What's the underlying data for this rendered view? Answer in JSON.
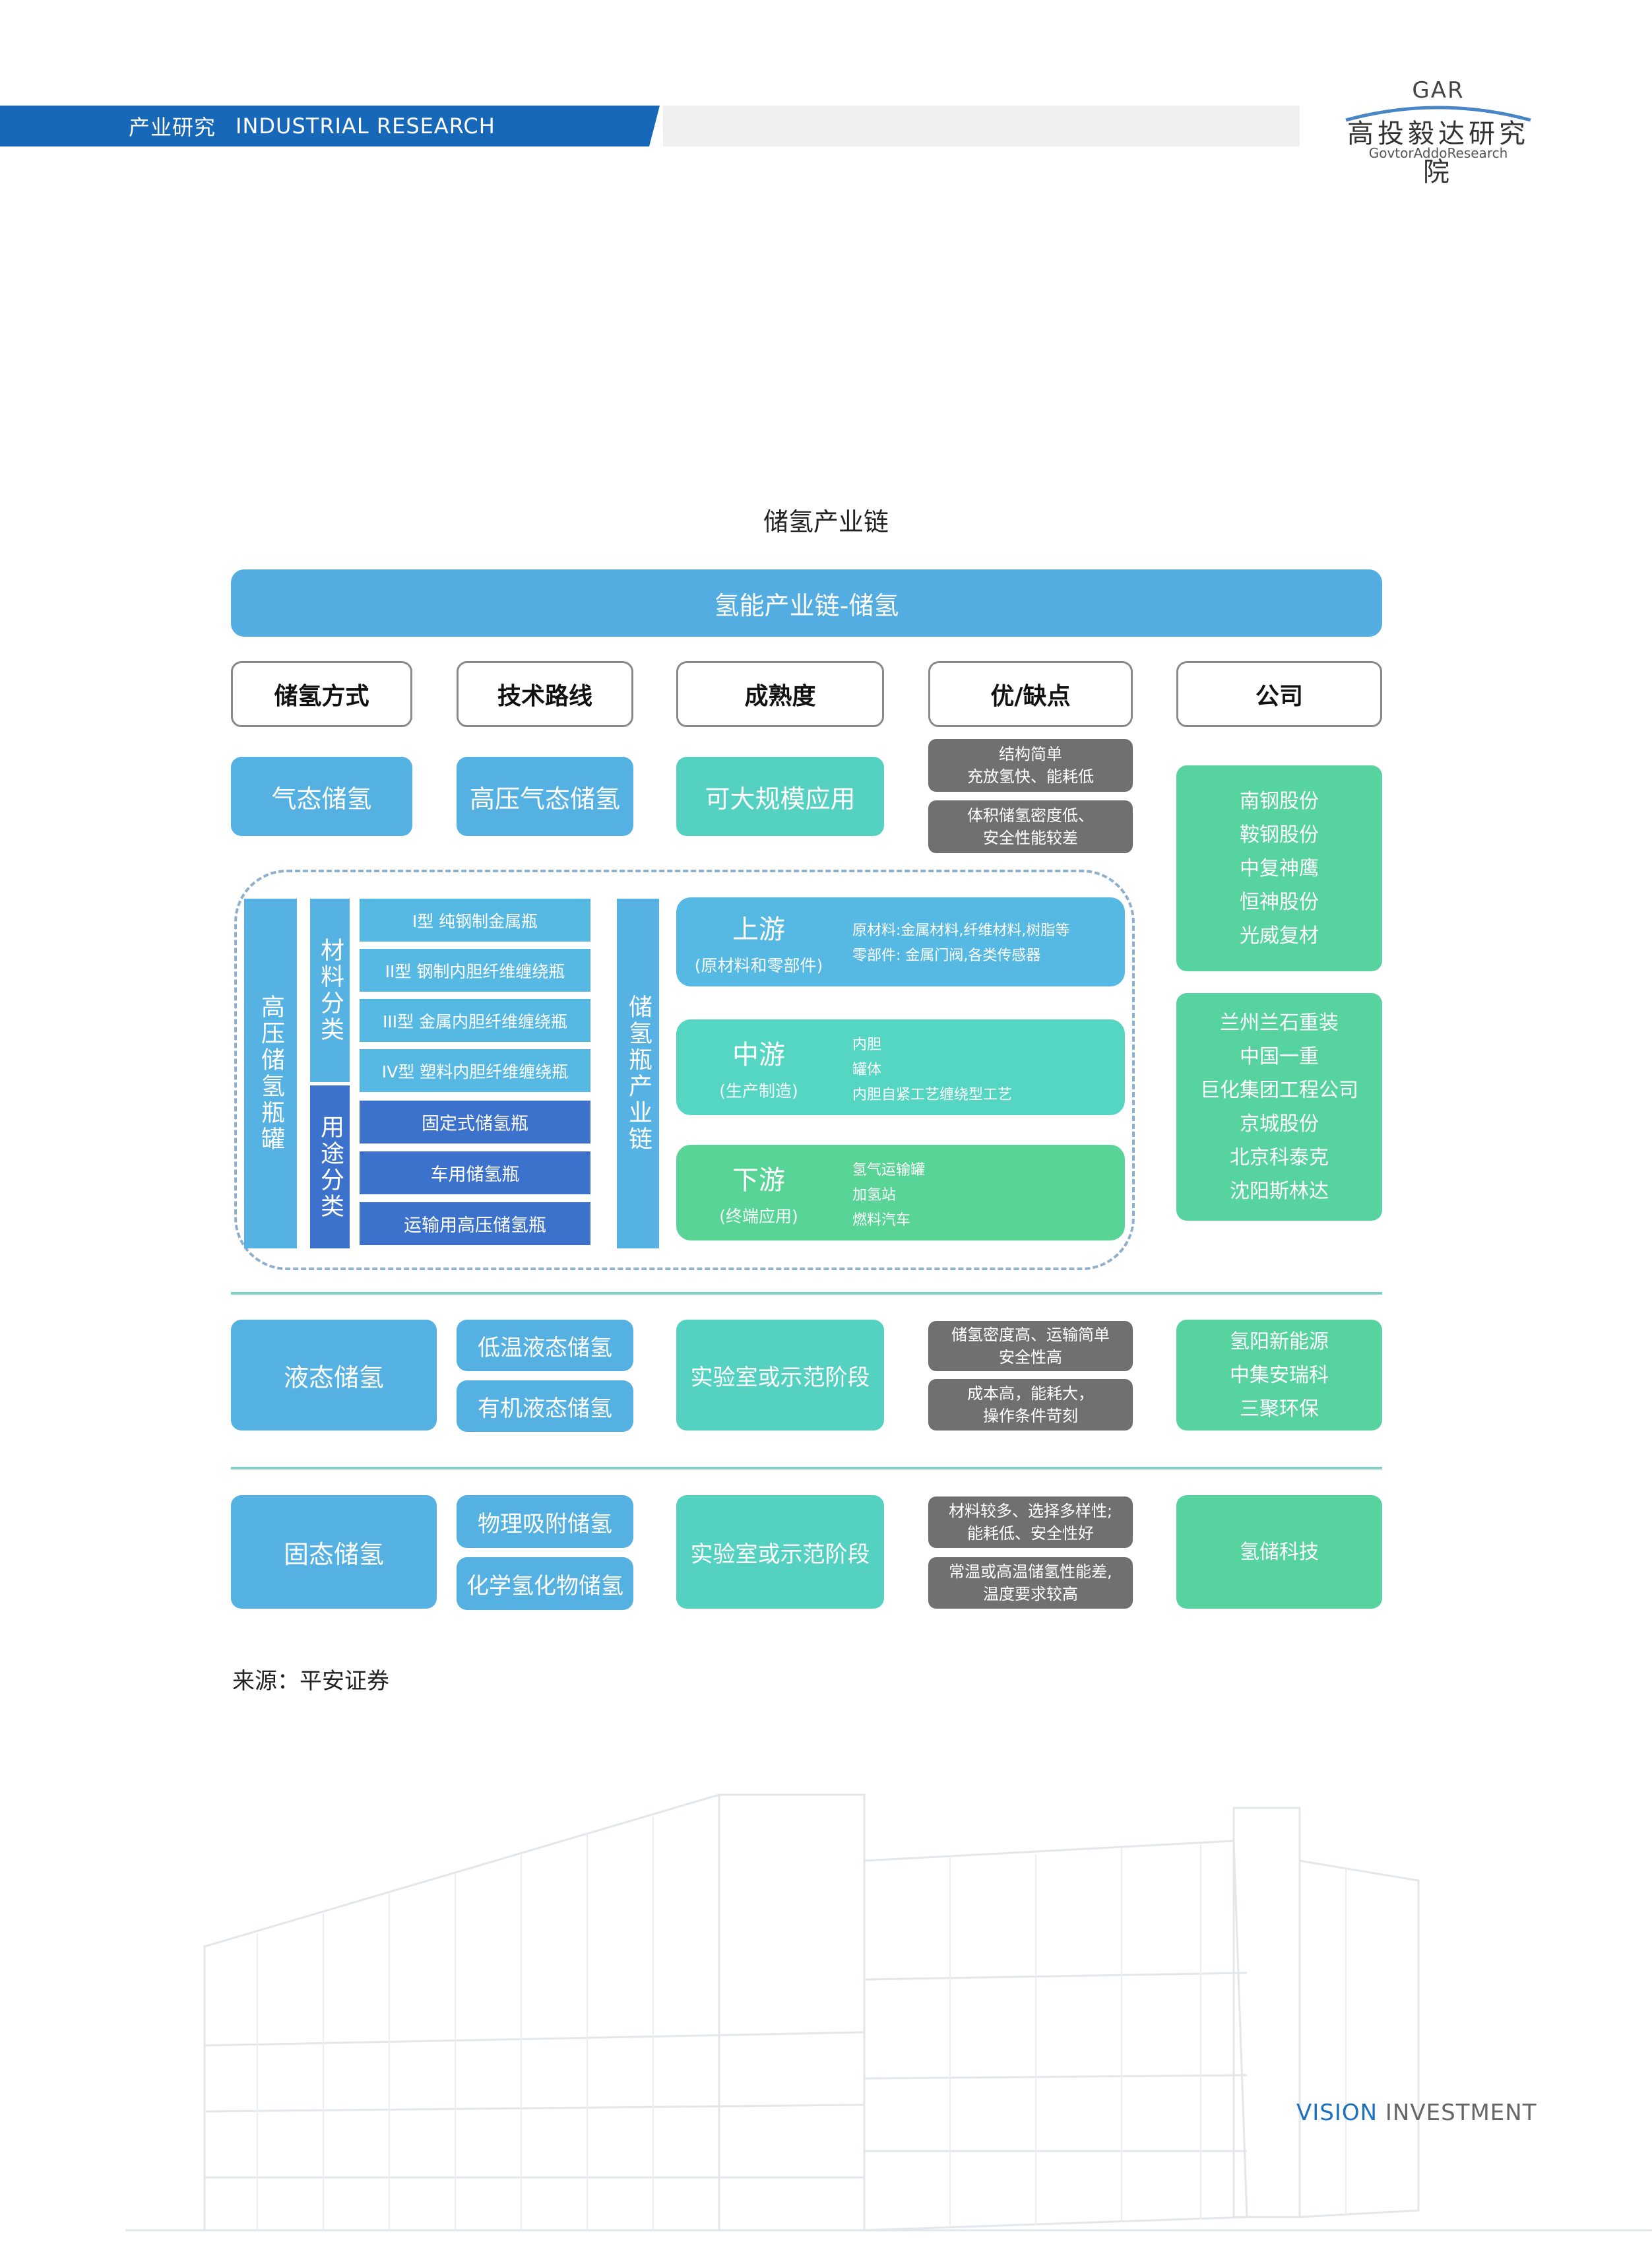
{
  "header": {
    "section_cn": "产业研究",
    "section_en": "INDUSTRIAL RESEARCH",
    "logo_en": "GAR",
    "logo_cn": "高投毅达研究院",
    "logo_sub": "GovtorAddoResearch"
  },
  "figure": {
    "title": "储氢产业链",
    "top_bar": "氢能产业链-储氢",
    "columns": [
      "储氢方式",
      "技术路线",
      "成熟度",
      "优/缺点",
      "公司"
    ],
    "gas": {
      "method": "气态储氢",
      "route": "高压气态储氢",
      "maturity": "可大规模应用",
      "pros": [
        "结构简单",
        "充放氢快、能耗低"
      ],
      "cons": [
        "体积储氢密度低、",
        "安全性能较差"
      ],
      "companies_a": [
        "南钢股份",
        "鞍钢股份",
        "中复神鹰",
        "恒神股份",
        "光威复材"
      ],
      "companies_b": [
        "兰州兰石重装",
        "中国一重",
        "巨化集团工程公司",
        "京城股份",
        "北京科泰克",
        "沈阳斯林达"
      ]
    },
    "cylinder": {
      "label": "高压储氢瓶罐",
      "material_label": "材料分类",
      "usage_label": "用途分类",
      "materials": [
        "I型 纯钢制金属瓶",
        "II型 钢制内胆纤维缠绕瓶",
        "III型 金属内胆纤维缠绕瓶",
        "IV型 塑料内胆纤维缠绕瓶"
      ],
      "usages": [
        "固定式储氢瓶",
        "车用储氢瓶",
        "运输用高压储氢瓶"
      ],
      "chain_label": "储氢瓶产业链",
      "stages": [
        {
          "name": "上游",
          "sub": "(原材料和零部件)",
          "details": [
            "原材料:金属材料,纤维材料,树脂等",
            "零部件: 金属门阀,各类传感器"
          ]
        },
        {
          "name": "中游",
          "sub": "(生产制造)",
          "details": [
            "内胆",
            "罐体",
            "内胆自紧工艺缠绕型工艺"
          ]
        },
        {
          "name": "下游",
          "sub": "(终端应用)",
          "details": [
            "氢气运输罐",
            "加氢站",
            "燃料汽车"
          ]
        }
      ]
    },
    "liquid": {
      "method": "液态储氢",
      "routes": [
        "低温液态储氢",
        "有机液态储氢"
      ],
      "maturity": "实验室或示范阶段",
      "pros": [
        "储氢密度高、运输简单",
        "安全性高"
      ],
      "cons": [
        "成本高，能耗大，",
        "操作条件苛刻"
      ],
      "companies": [
        "氢阳新能源",
        "中集安瑞科",
        "三聚环保"
      ]
    },
    "solid": {
      "method": "固态储氢",
      "routes": [
        "物理吸附储氢",
        "化学氢化物储氢"
      ],
      "maturity": "实验室或示范阶段",
      "pros": [
        "材料较多、选择多样性;",
        "能耗低、安全性好"
      ],
      "cons": [
        "常温或高温储氢性能差,",
        "温度要求较高"
      ],
      "companies": [
        "氢储科技"
      ]
    },
    "source": "来源：平安证券"
  },
  "footer": {
    "vision_a": "VISION",
    "vision_b": "INVESTMENT"
  },
  "colors": {
    "header_blue": "#1768b9",
    "box_blue": "#54b1e2",
    "box_teal": "#55d1c1",
    "box_green": "#56d39e",
    "box_gray": "#707070",
    "dark_blue": "#3c72cc"
  }
}
